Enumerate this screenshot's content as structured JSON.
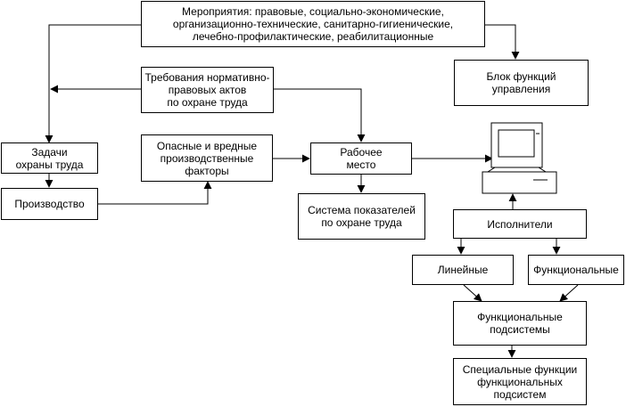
{
  "boxes": {
    "measures": "Мероприятия: правовые, социально-экономические,\nорганизационно-технические, санитарно-гигиенические,\nлечебно-профилактические, реабилитационные",
    "requirements": "Требования нормативно-\nправовых актов\nпо охране труда",
    "control_block": "Блок функций\nуправления",
    "tasks": "Задачи\nохраны труда",
    "production": "Производство",
    "hazards": "Опасные и вредные\nпроизводственные\nфакторы",
    "workplace": "Рабочее\nместо",
    "indicators": "Система показателей\nпо охране труда",
    "executors": "Исполнители",
    "linear": "Линейные",
    "functional": "Функциональные",
    "func_subsystems": "Функциональные\nподсистемы",
    "special_functions": "Специальные  функции\nфункциональных\nподсистем"
  },
  "icons": {
    "computer": "computer-icon"
  }
}
